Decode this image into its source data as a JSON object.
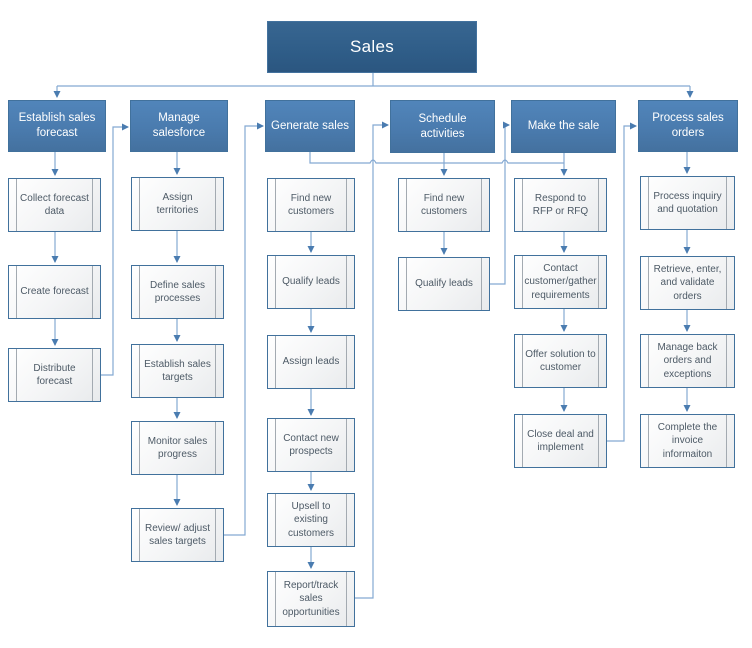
{
  "diagram_title": "Sales",
  "colors": {
    "root_fill": "#31608e",
    "branch_fill": "#4a7bae",
    "shape_border": "#41719c",
    "connector_line": "#84a9d2",
    "arrowhead": "#4a7cb0",
    "step_text": "#4d5a66",
    "background": "#ffffff"
  },
  "branches": [
    {
      "label": "Establish sales forecast",
      "steps": [
        "Collect forecast data",
        "Create forecast",
        "Distribute forecast"
      ]
    },
    {
      "label": "Manage salesforce",
      "steps": [
        "Assign territories",
        "Define sales processes",
        "Establish sales targets",
        "Monitor sales progress",
        "Review/ adjust sales targets"
      ]
    },
    {
      "label": "Generate sales",
      "steps": [
        "Find new customers",
        "Qualify leads",
        "Assign leads",
        "Contact new prospects",
        "Upsell to existing customers",
        "Report/track sales opportunities"
      ]
    },
    {
      "label": "Schedule activities",
      "steps": [
        "Find new customers",
        "Qualify leads"
      ]
    },
    {
      "label": "Make the sale",
      "steps": [
        "Respond to RFP or RFQ",
        "Contact customer/gather requirements",
        "Offer solution to customer",
        "Close deal and implement"
      ]
    },
    {
      "label": "Process sales orders",
      "steps": [
        "Process inquiry and quotation",
        "Retrieve, enter, and validate orders",
        "Manage back orders and exceptions",
        "Complete the invoice informaiton"
      ]
    }
  ]
}
